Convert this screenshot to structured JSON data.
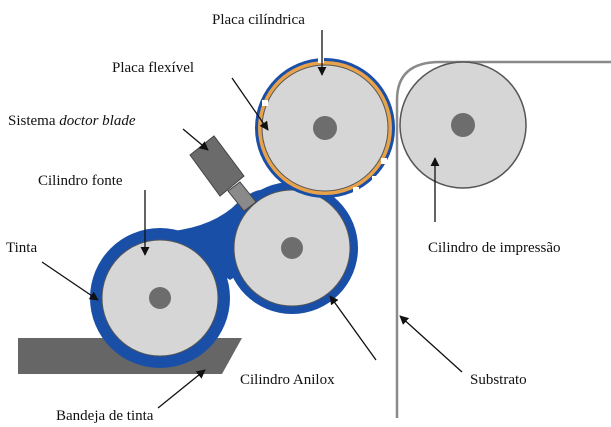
{
  "labels": {
    "placa_cilindrica": "Placa cilíndrica",
    "placa_flexivel": "Placa flexível",
    "sistema_prefix": "Sistema ",
    "sistema_italic": "doctor blade",
    "cilindro_fonte": "Cilindro fonte",
    "tinta": "Tinta",
    "cilindro_impressao": "Cilindro de impressão",
    "cilindro_anilox": "Cilindro Anilox",
    "substrato": "Substrato",
    "bandeja_tinta": "Bandeja de tinta"
  },
  "colors": {
    "ink_blue": "#1a4fa8",
    "cylinder_gray": "#d6d6d6",
    "hub_gray": "#6d6d6d",
    "plate_orange": "#e8a24a",
    "blade_gray": "#6b6b6b",
    "tray_gray": "#666666",
    "substrate_gray": "#8a8a8a",
    "outline": "#555555"
  }
}
